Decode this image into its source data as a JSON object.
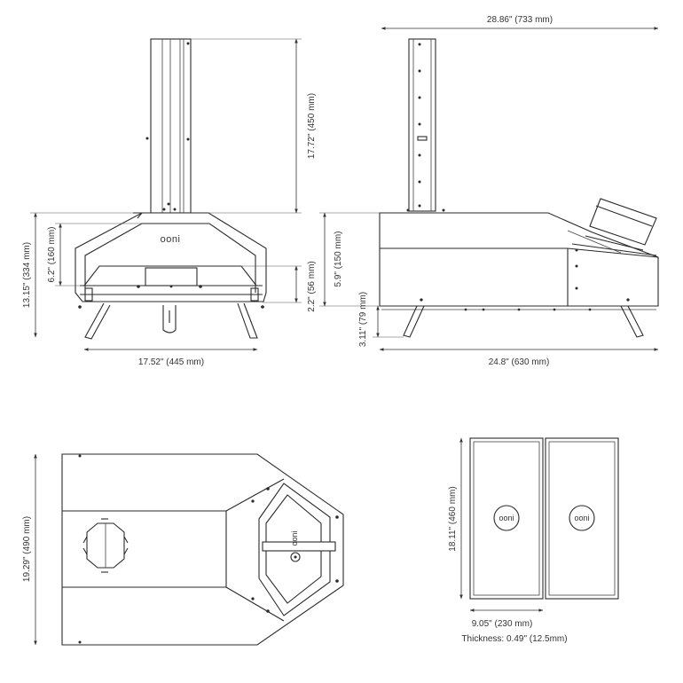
{
  "brand": "ooni",
  "dimensions": {
    "depth_overall": "28.86\" (733 mm)",
    "chimney_height": "17.72\" (450 mm)",
    "total_height": "13.15\" (334 mm)",
    "door_opening_height": "6.2\" (160 mm)",
    "oven_mouth_height": "5.9\" (150 mm)",
    "door_inner_height": "2.2\" (56 mm)",
    "front_width": "17.52\" (445 mm)",
    "leg_height": "3.11\" (79 mm)",
    "body_length": "24.8\" (630 mm)",
    "top_length": "19.29\" (490 mm)",
    "stone_length": "18.11\" (460 mm)",
    "stone_width": "9.05\" (230 mm)",
    "stone_thickness": "Thickness: 0.49\" (12.5mm)"
  }
}
